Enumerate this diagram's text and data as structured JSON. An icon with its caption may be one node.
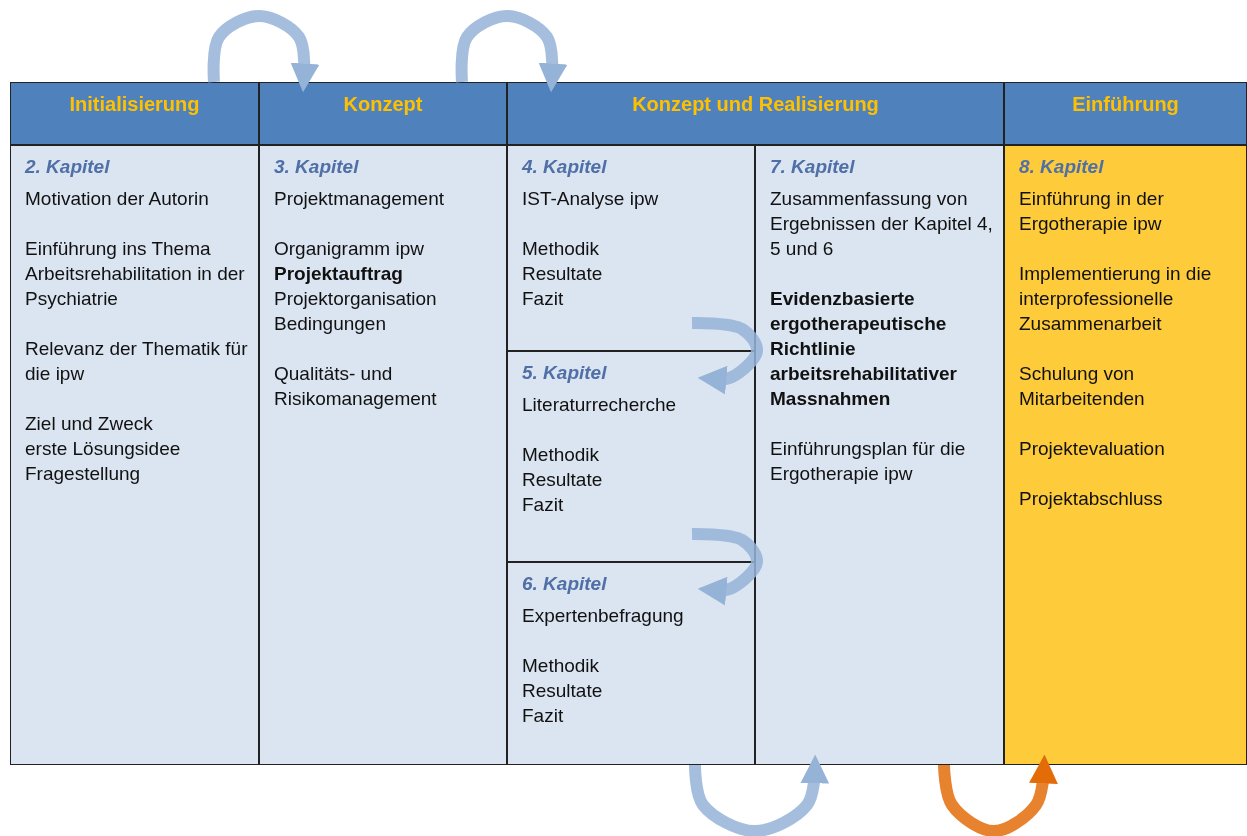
{
  "diagram": {
    "nodes": [
      {
        "text": [
          "Initialisierung"
        ]
      },
      {
        "text": [
          "Konzept"
        ]
      },
      {
        "text": [
          "Konzept und Realisierung"
        ]
      },
      {
        "text": [
          "Einführung"
        ]
      },
      {
        "text": [
          "2. Kapitel",
          "Motivation der Autorin",
          "Einführung ins Thema Arbeitsrehabilitation in der Psychiatrie",
          "Relevanz der Thematik für die ipw",
          "Ziel und Zweck",
          "erste Lösungsidee",
          "Fragestellung"
        ]
      },
      {
        "text": [
          "3. Kapitel",
          "Projektmanagement",
          "Organigramm ipw",
          "Projektauftrag",
          "Projektorganisation",
          "Bedingungen",
          "Qualitäts- und Risikomanagement"
        ]
      },
      {
        "text": [
          "4. Kapitel",
          "IST-Analyse ipw",
          "Methodik",
          "Resultate",
          "Fazit"
        ]
      },
      {
        "text": [
          "5. Kapitel",
          "Literaturrecherche",
          "Methodik",
          "Resultate",
          "Fazit"
        ]
      },
      {
        "text": [
          "6. Kapitel",
          "Expertenbefragung",
          "Methodik",
          "Resultate",
          "Fazit"
        ]
      },
      {
        "text": [
          "7. Kapitel",
          "Zusammenfassung von Ergebnissen der Kapitel 4, 5 und 6",
          "Evidenzbasierte ergotherapeutische Richtlinie arbeitsrehabilitativer Massnahmen",
          "Einführungsplan für die Ergotherapie ipw"
        ]
      },
      {
        "text": [
          "8. Kapitel",
          "Einführung in der Ergotherapie ipw",
          "Implementierung in die interprofessionelle Zusammenarbeit",
          "Schulung von Mitarbeitenden",
          "Projektevaluation",
          "Projektabschluss"
        ]
      }
    ],
    "edges": [
      {
        "from": 0,
        "to": 1,
        "arrow": "to"
      },
      {
        "from": 1,
        "to": 2,
        "arrow": "to"
      },
      {
        "from": 6,
        "to": 7,
        "arrow": "to"
      },
      {
        "from": 7,
        "to": 8,
        "arrow": "to"
      },
      {
        "from": 8,
        "to": 9,
        "arrow": "to"
      },
      {
        "from": 9,
        "to": 10,
        "arrow": "to",
        "color": "#e36c09"
      }
    ]
  }
}
